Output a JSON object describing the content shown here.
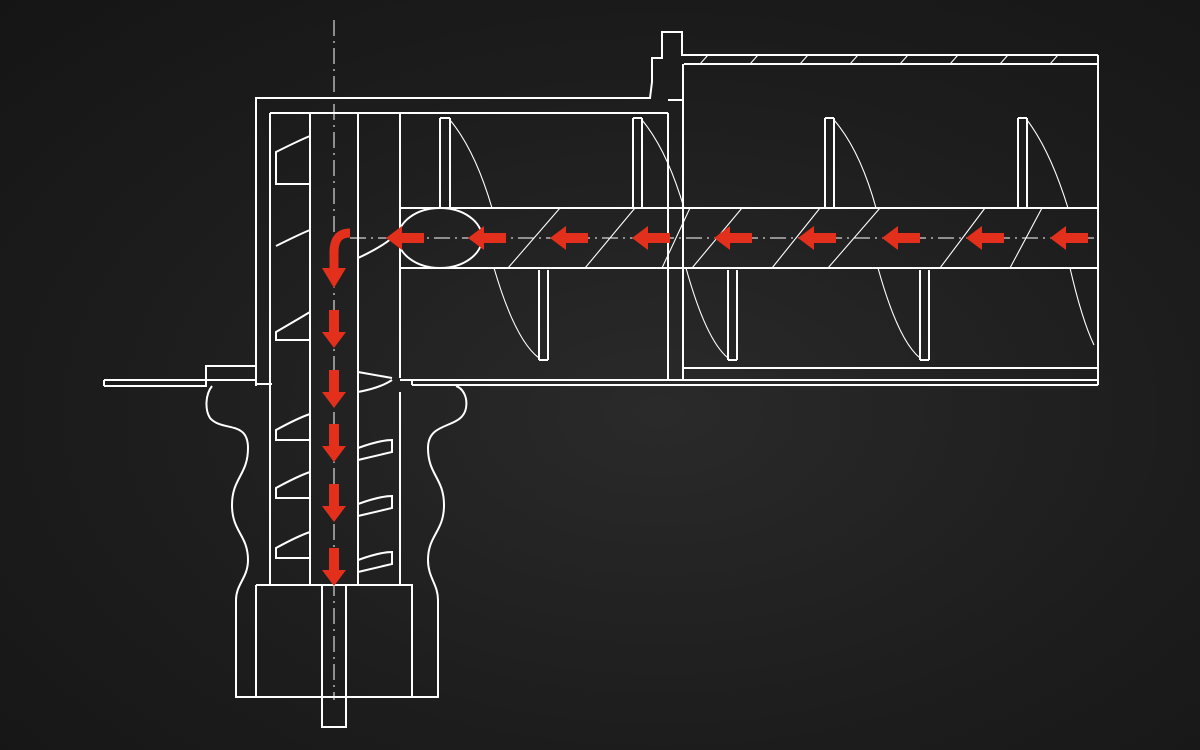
{
  "diagram": {
    "subject": "screw-conveyor-cross-section",
    "colors": {
      "background": "#1e1e1e",
      "line": "#ffffff",
      "flow_arrow": "#e2301c"
    },
    "flow": {
      "horizontal_direction": "right-to-left",
      "vertical_direction": "downward",
      "horizontal_arrow_count": 9,
      "vertical_arrow_count": 5
    }
  }
}
